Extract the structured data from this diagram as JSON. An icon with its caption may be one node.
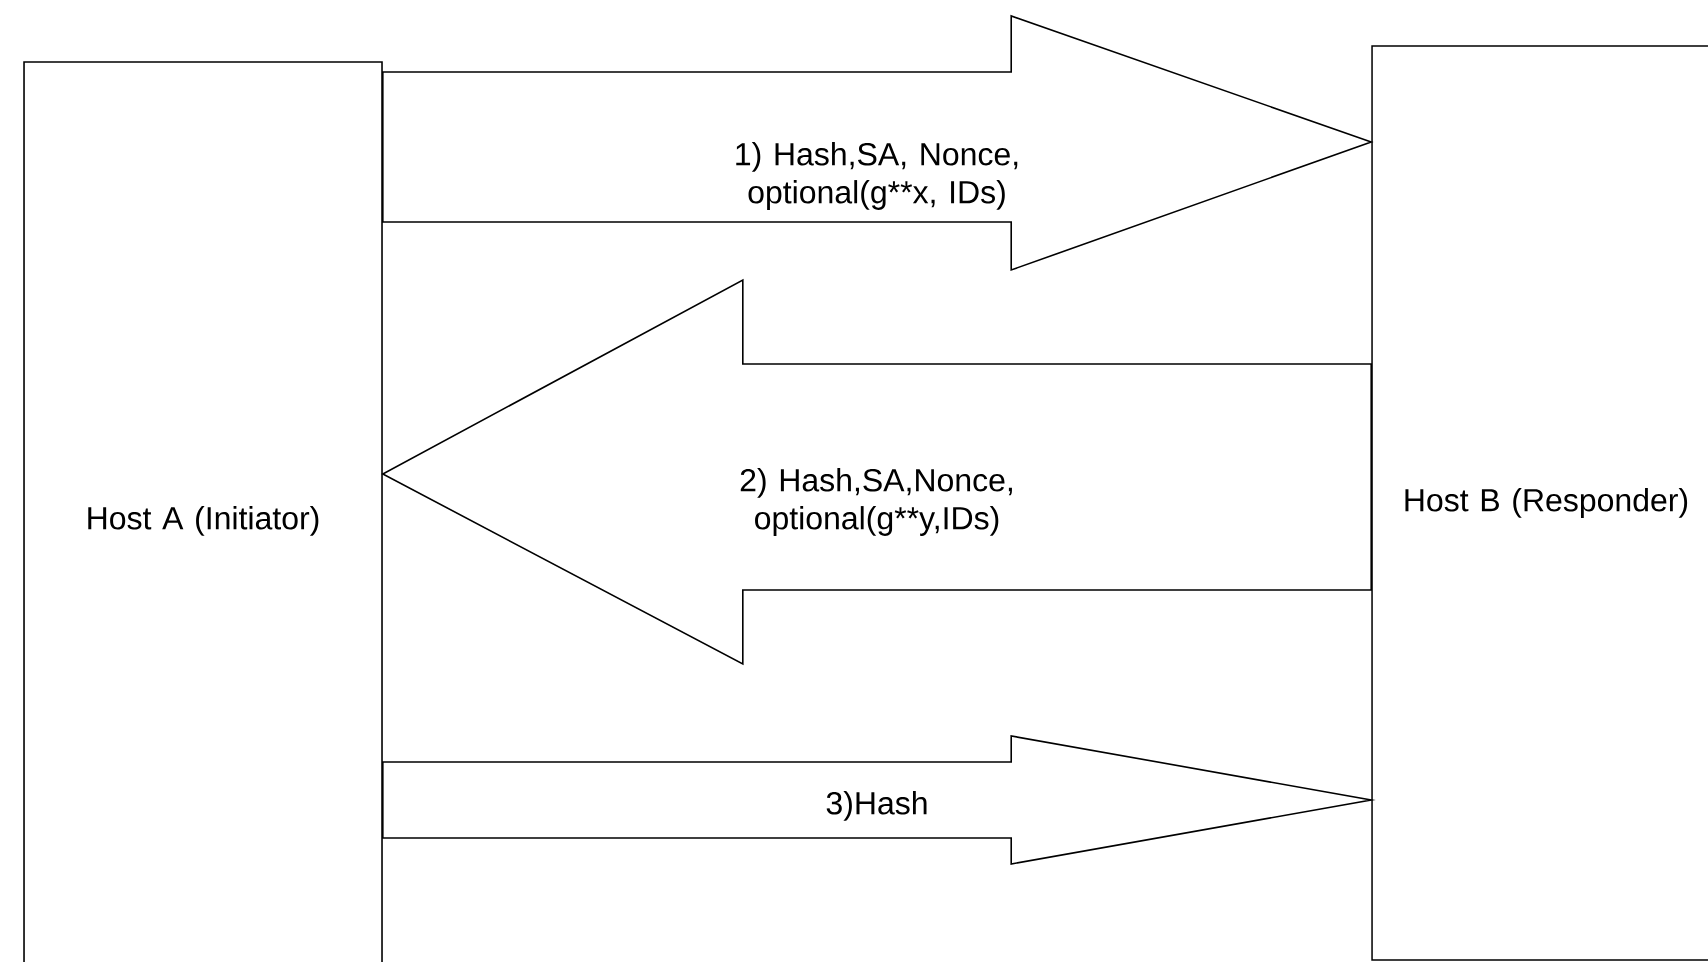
{
  "diagram": {
    "nodes": [
      {
        "text": [
          "Host A (Initiator)"
        ]
      },
      {
        "text": [
          "Host B (Responder)"
        ]
      }
    ],
    "edges": [
      {
        "from": 0,
        "to": 1,
        "arrow": "to",
        "label": "1) Hash,SA, Nonce, optional(g**x, IDs)"
      },
      {
        "from": 1,
        "to": 0,
        "arrow": "to",
        "label": "2) Hash,SA,Nonce, optional(g**y,IDs)"
      },
      {
        "from": 0,
        "to": 1,
        "arrow": "to",
        "label": "3)Hash"
      }
    ]
  }
}
